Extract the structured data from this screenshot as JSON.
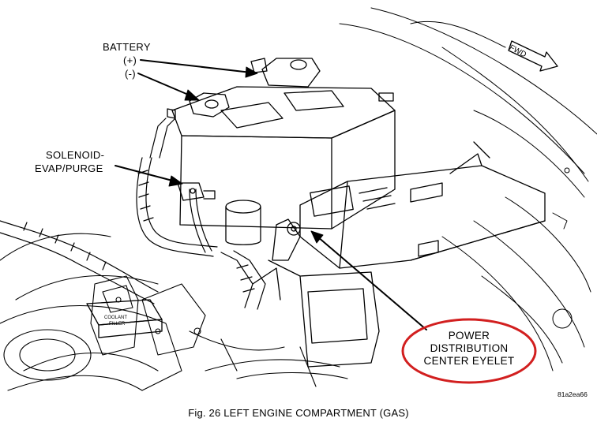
{
  "labels": {
    "battery": "BATTERY",
    "battery_pos": "(+)",
    "battery_neg": "(-)",
    "solenoid_line1": "SOLENOID-",
    "solenoid_line2": "EVAP/PURGE",
    "pdc_line1": "POWER",
    "pdc_line2": "DISTRIBUTION",
    "pdc_line3": "CENTER EYELET",
    "coolant_line1": "COOLANT",
    "coolant_line2": "FILLER",
    "fwd": "FWD"
  },
  "figure": {
    "id": "81a2ea66",
    "caption": "Fig. 26  LEFT ENGINE COMPARTMENT  (GAS)"
  },
  "colors": {
    "line": "#000000",
    "highlight_ellipse": "#d21f1f"
  }
}
